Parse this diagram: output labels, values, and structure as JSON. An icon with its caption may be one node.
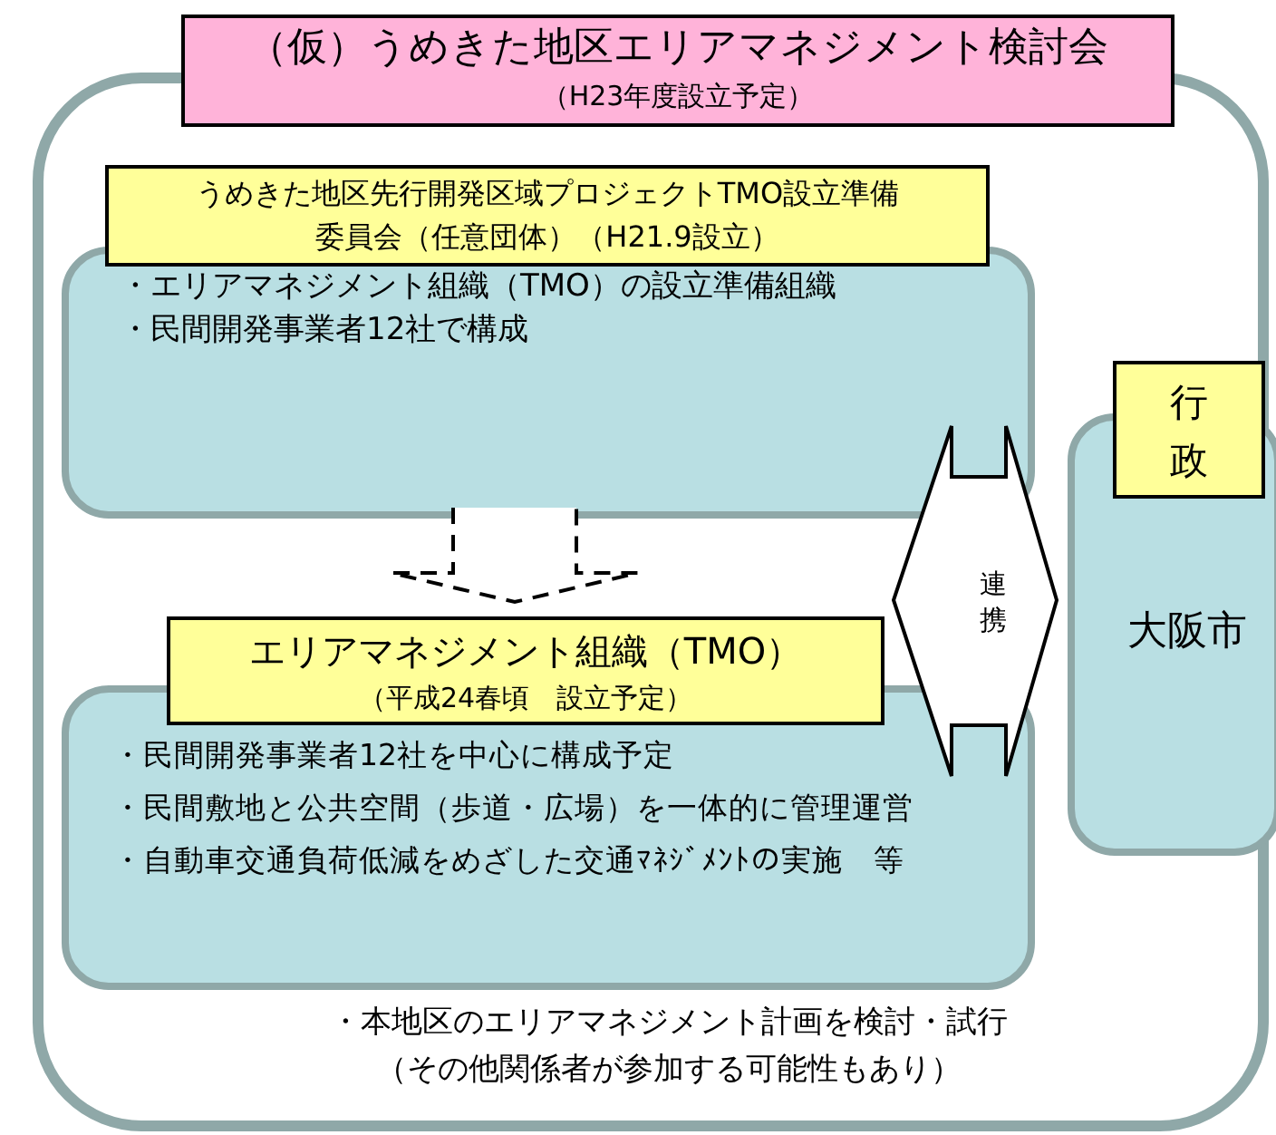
{
  "diagram": {
    "nodes": [
      {
        "text": [
          "（仮）うめきた地区エリアマネジメント検討会",
          "（H23年度設立予定）",
          "・本地区のエリアマネジメント計画を検討・試行",
          "（その他関係者が参加する可能性もあり）"
        ]
      },
      {
        "text": [
          "うめきた地区先行開発区域プロジェクトTMO設立準備委員会（任意団体）（H21.9設立）",
          "・エリアマネジメント組織（TMO）の設立準備組織",
          "・民間開発事業者12社で構成"
        ],
        "in": 0
      },
      {
        "text": [
          "エリアマネジメント組織（TMO）",
          "（平成24春頃　設立予定）",
          "・民間開発事業者12社を中心に構成予定",
          "・民間敷地と公共空間（歩道・広場）を一体的に管理運営",
          "・自動車交通負荷低減をめざした交通ﾏﾈｼﾞﾒﾝﾄの実施　等"
        ],
        "in": 0
      },
      {
        "text": [
          "行政",
          "大阪市"
        ],
        "in": 0
      }
    ],
    "edges": [
      {
        "from": 1,
        "to": 2,
        "arrow": "to",
        "style": "dashed"
      },
      {
        "from": null,
        "to": 3,
        "arrow": "both",
        "label": "連携"
      }
    ]
  }
}
